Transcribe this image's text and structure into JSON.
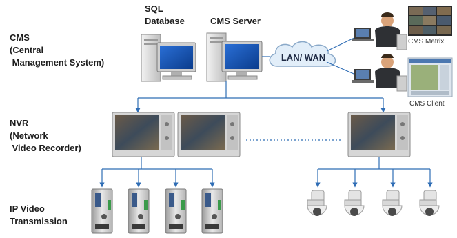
{
  "labels": {
    "cms_title": "CMS",
    "cms_line2": "(Central",
    "cms_line3": " Management System)",
    "nvr_title": "NVR",
    "nvr_line2": "(Network",
    "nvr_line3": " Video Recorder)",
    "ip_line1": "IP Video",
    "ip_line2": "Transmission",
    "sql_line1": "SQL",
    "sql_line2": "Database",
    "cms_server": "CMS Server",
    "lan_wan": "LAN/ WAN",
    "cms_matrix": "CMS Matrix",
    "cms_client": "CMS Client"
  },
  "colors": {
    "connector": "#2f6db5",
    "cloud_fill": "#e2eef9",
    "cloud_stroke": "#8aa9c9",
    "lan_text": "#1f2a44"
  }
}
